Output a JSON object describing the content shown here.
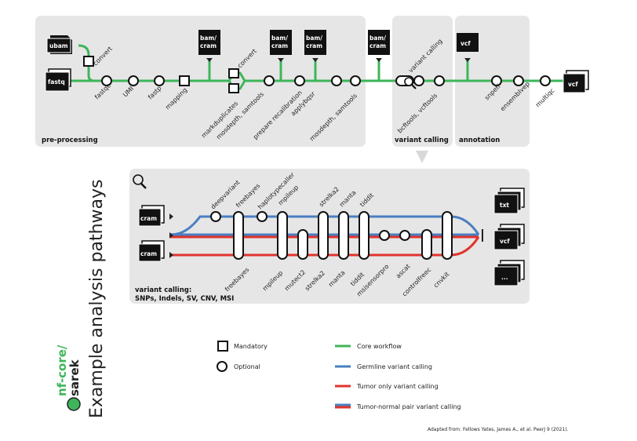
{
  "title": "Example analysis pathways",
  "logo": {
    "line1": "nf-core/",
    "line2": "sarek"
  },
  "sections": {
    "preprocessing": "pre-processing",
    "variant_calling": "variant calling",
    "annotation": "annotation"
  },
  "files": {
    "ubam": "ubam",
    "fastq": "fastq",
    "bamcram_top": "bam/",
    "bamcram_bottom": "cram",
    "vcf": "vcf",
    "cram": "cram",
    "txt": "txt",
    "dots": "..."
  },
  "steps": {
    "convert": "convert",
    "fastqc": "fastqc",
    "umi": "UMI",
    "fastp": "fastp",
    "mapping": "mapping",
    "markduplicates": "markduplicates",
    "convert2": "convert",
    "mosdepth1": "mosdepth, samtools",
    "prepare_recal": "prepare recalibration",
    "applybqsr": "applybqsr",
    "mosdepth2": "mosdepth, samtools",
    "variant_calling": "variant calling",
    "bcftools": "bcftools, vcftools",
    "snpeff": "snpeff",
    "ensemblvep": "ensemblvep",
    "multiqc": "multiqc"
  },
  "vc_panel": {
    "label_line1": "variant calling:",
    "label_line2": "SNPs, Indels, SV, CNV, MSI",
    "top_tools": [
      "deepvariant",
      "freebayes",
      "haplotypecaller",
      "mpileup",
      "strelka2",
      "manta",
      "tiddit"
    ],
    "bottom_tools": [
      "freebayes",
      "mpileup",
      "mutect2",
      "strelka2",
      "manta",
      "tiddit",
      "msisensorpro",
      "ascat",
      "controlfreec",
      "cnvkit"
    ]
  },
  "legend": {
    "mandatory": "Mandatory",
    "optional": "Optional",
    "core": "Core workflow",
    "germline": "Germline variant calling",
    "tumor_only": "Tumor only variant calling",
    "tumor_normal": "Tumor-normal pair variant calling"
  },
  "colors": {
    "core": "#3eb55a",
    "germline": "#4a7fc1",
    "tumor": "#e0342c",
    "panel": "#e6e6e6"
  },
  "credit": "Adapted from: Fellows Yates, James A., et al. PeerJ 9 (2021)."
}
